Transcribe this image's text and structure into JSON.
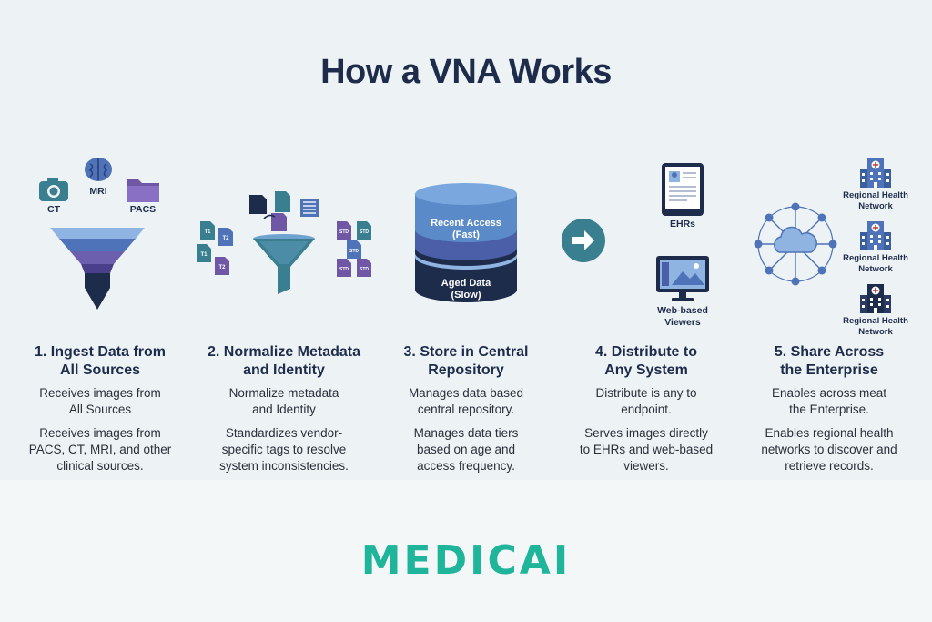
{
  "title": "How a VNA Works",
  "steps": [
    {
      "heading_line1": "1. Ingest Data from",
      "heading_line2": "All Sources",
      "para1_line1": "Receives images from",
      "para1_line2": "All Sources",
      "para2_line1": "Receives images from",
      "para2_line2": "PACS, CT, MRI, and other",
      "para2_line3": "clinical sources."
    },
    {
      "heading_line1": "2. Normalize Metadata",
      "heading_line2": "and Identity",
      "para1_line1": "Normalize metadata",
      "para1_line2": "and Identity",
      "para2_line1": "Standardizes vendor-",
      "para2_line2": "specific tags to resolve",
      "para2_line3": "system inconsistencies."
    },
    {
      "heading_line1": "3. Store in Central",
      "heading_line2": "Repository",
      "para1_line1": "Manages data based",
      "para1_line2": "central repository.",
      "para2_line1": "Manages data tiers",
      "para2_line2": "based on age and",
      "para2_line3": "access frequency."
    },
    {
      "heading_line1": "4. Distribute to",
      "heading_line2": "Any System",
      "para1_line1": "Distribute is any to",
      "para1_line2": "endpoint.",
      "para2_line1": "Serves images directly",
      "para2_line2": "to EHRs and web-based",
      "para2_line3": "viewers."
    },
    {
      "heading_line1": "5. Share Across",
      "heading_line2": "the Enterprise",
      "para1_line1": "Enables across meat",
      "para1_line2": "the Enterprise.",
      "para2_line1": "Enables regional health",
      "para2_line2": "networks to discover and",
      "para2_line3": "retrieve records."
    }
  ],
  "sources": {
    "ct": "CT",
    "mri": "MRI",
    "pacs": "PACS"
  },
  "tags_left": [
    "T1",
    "T2",
    "T1",
    "T2"
  ],
  "tags_right": [
    "STD",
    "STD",
    "STD",
    "STD",
    "STD"
  ],
  "storage": {
    "top_line1": "Recent Access",
    "top_line2": "(Fast)",
    "bottom_line1": "Aged Data",
    "bottom_line2": "(Slow)"
  },
  "endpoints": {
    "ehr": "EHRs",
    "viewer_line1": "Web-based",
    "viewer_line2": "Viewers"
  },
  "networks": [
    {
      "line1": "Regional Health",
      "line2": "Network"
    },
    {
      "line1": "Regional Health",
      "line2": "Network"
    },
    {
      "line1": "Regional Health",
      "line2": "Network"
    }
  ],
  "brand": "MEDICAI",
  "colors": {
    "navy": "#1e2c4c",
    "teal": "#3a7f90",
    "purple": "#7057a6",
    "blue": "#4f73b8",
    "light_blue": "#8fb4e2",
    "brand_green": "#1fb59a"
  },
  "icons": [
    "camera-icon",
    "brain-icon",
    "folder-icon",
    "funnel-icon",
    "document-icon",
    "database-icon",
    "arrow-right-icon",
    "tablet-icon",
    "monitor-icon",
    "cloud-icon",
    "hospital-icon"
  ]
}
